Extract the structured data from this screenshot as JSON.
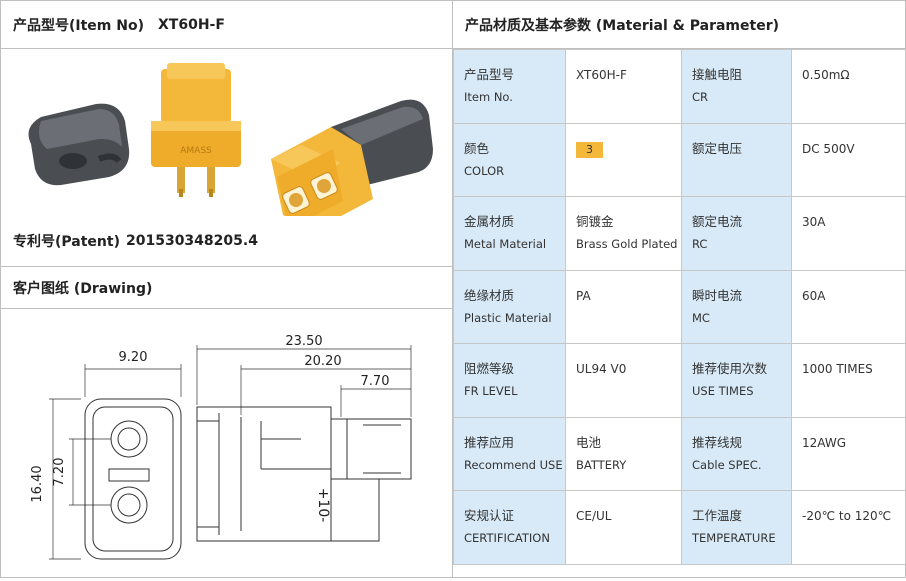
{
  "left": {
    "item_label": "产品型号(Item No)",
    "item_value": "XT60H-F",
    "patent_label": "专利号(Patent)",
    "patent_value": "201530348205.4",
    "drawing_label": "客户图纸 (Drawing)",
    "dims": {
      "d1": "9.20",
      "d2": "23.50",
      "d3": "20.20",
      "d4": "7.70",
      "d5": "16.40",
      "d6": "7.20"
    },
    "housing_marking": "AMASS",
    "side_marking": "+10-"
  },
  "right": {
    "title": "产品材质及基本参数 (Material & Parameter)",
    "rows": [
      {
        "l1_cn": "产品型号",
        "l1_en": "Item No.",
        "v1": "XT60H-F",
        "l2_cn": "接触电阻",
        "l2_en": "CR",
        "v2": "0.50mΩ"
      },
      {
        "l1_cn": "颜色",
        "l1_en": "COLOR",
        "v1": "3",
        "l2_cn": "额定电压",
        "l2_en": "",
        "v2": "DC 500V"
      },
      {
        "l1_cn": "金属材质",
        "l1_en": "Metal Material",
        "v1_cn": "铜镀金",
        "v1": "Brass Gold Plated",
        "l2_cn": "额定电流",
        "l2_en": "RC",
        "v2": "30A"
      },
      {
        "l1_cn": "绝缘材质",
        "l1_en": "Plastic Material",
        "v1": "PA",
        "l2_cn": "瞬时电流",
        "l2_en": "MC",
        "v2": "60A"
      },
      {
        "l1_cn": "阻燃等级",
        "l1_en": "FR LEVEL",
        "v1": "UL94 V0",
        "l2_cn": "推荐使用次数",
        "l2_en": "USE TIMES",
        "v2": "1000 TIMES"
      },
      {
        "l1_cn": "推荐应用",
        "l1_en": "Recommend USE",
        "v1_cn": "电池",
        "v1": "BATTERY",
        "l2_cn": "推荐线规",
        "l2_en": "Cable SPEC.",
        "v2": "12AWG"
      },
      {
        "l1_cn": "安规认证",
        "l1_en": "CERTIFICATION",
        "v1": "CE/UL",
        "l2_cn": "工作温度",
        "l2_en": "TEMPERATURE",
        "v2": "-20℃ to 120℃"
      }
    ]
  },
  "colors": {
    "housing": "#f3b73a",
    "cap": "#4a4d52",
    "label_bg": "#d8eaf7",
    "grid": "#c7c7c7"
  }
}
